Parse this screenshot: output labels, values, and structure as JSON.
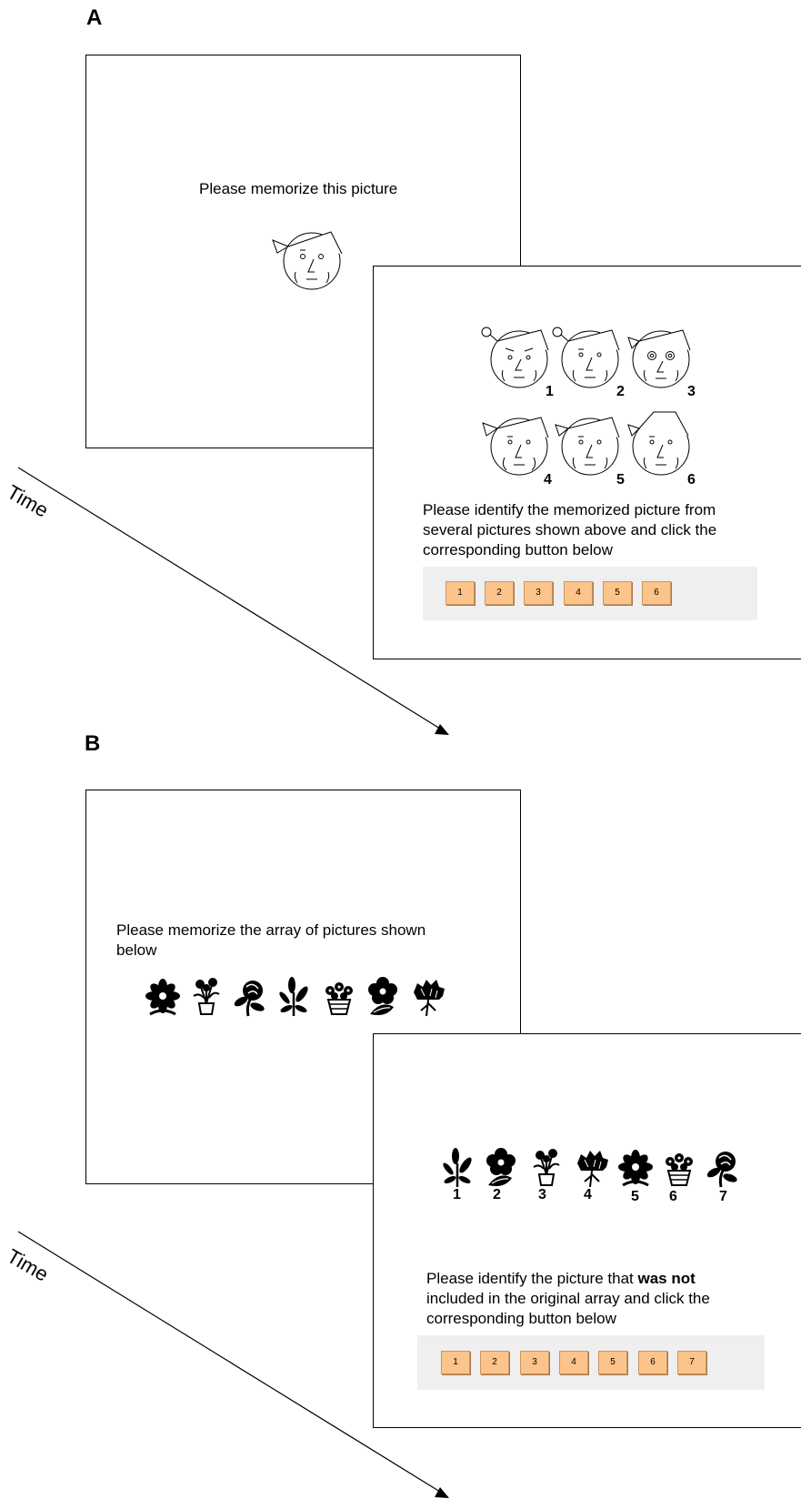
{
  "panel_a": {
    "letter": "A",
    "screen1": {
      "prompt": "Please memorize this picture",
      "picture": "gnome-face"
    },
    "screen2": {
      "choice_numbers": [
        "1",
        "2",
        "3",
        "4",
        "5",
        "6"
      ],
      "instruction": "Please identify the memorized picture from several pictures shown above and click the corresponding button below",
      "buttons": [
        "1",
        "2",
        "3",
        "4",
        "5",
        "6"
      ]
    },
    "arrow_label": "Time"
  },
  "panel_b": {
    "letter": "B",
    "screen1": {
      "prompt": "Please memorize the array of pictures shown below",
      "pictures": [
        "daisy-icon",
        "potted-flowers-icon",
        "rose-icon",
        "sprig-icon",
        "flower-basket-icon",
        "tulip-icon",
        "carnation-icon"
      ]
    },
    "screen2": {
      "choice_numbers": [
        "1",
        "2",
        "3",
        "4",
        "5",
        "6",
        "7"
      ],
      "instruction_pre": "Please identify the picture that ",
      "instruction_bold": "was not",
      "instruction_post": " included in the original array and click the corresponding button below",
      "buttons": [
        "1",
        "2",
        "3",
        "4",
        "5",
        "6",
        "7"
      ]
    },
    "arrow_label": "Time"
  },
  "colors": {
    "button_fill": "#fcc48a",
    "button_bar": "#efefef"
  }
}
